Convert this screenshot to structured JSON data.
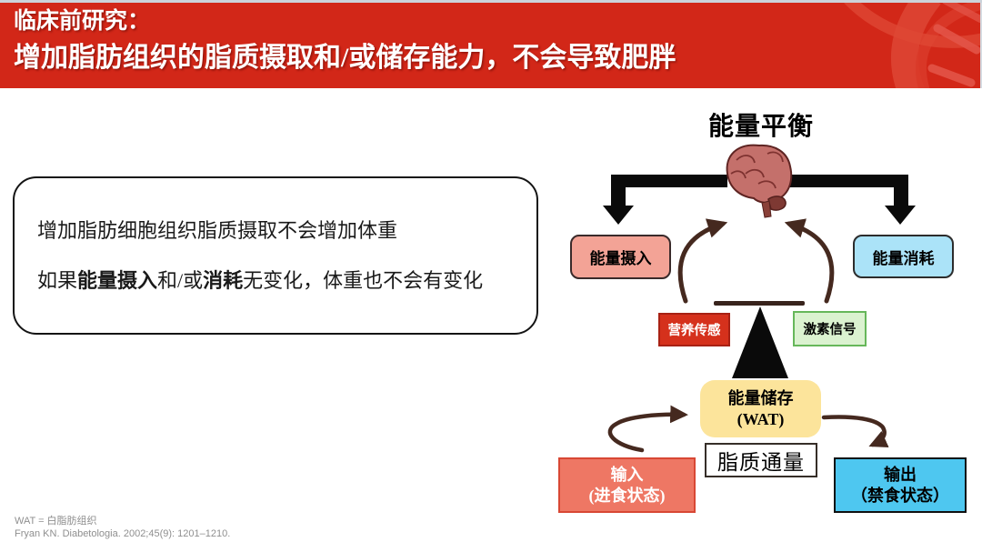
{
  "header": {
    "title_line1": "临床前研究：",
    "title_line2": "增加脂肪组织的脂质摄取和/或储存能力，不会导致肥胖",
    "bg_color": "#d22718",
    "decoration_icon": "dna-helix-icon"
  },
  "left_box": {
    "line1": "增加脂肪细胞组织脂质摄取不会增加体重",
    "line2_parts": [
      "如果",
      "能量摄入",
      "和/或",
      "消耗",
      "无变化，体重也不会有变化"
    ]
  },
  "diagram": {
    "title": "能量平衡",
    "brain_icon": "brain-icon",
    "energy_intake": "能量摄入",
    "energy_expenditure": "能量消耗",
    "nutrient_sensing": "营养传感",
    "hormone_signal": "激素信号",
    "energy_storage_line1": "能量储存",
    "energy_storage_line2": "(WAT)",
    "lipid_flux": "脂质通量",
    "input_line1": "输入",
    "input_line2": "(进食状态)",
    "output_line1": "输出",
    "output_line2": "（禁食状态）",
    "colors": {
      "energy_intake_fill": "#f3a396",
      "energy_expenditure_fill": "#abe3f8",
      "nutrient_sensing_fill": "#d5311c",
      "hormone_signal_fill": "#dbf2d0",
      "energy_storage_fill": "#fce49b",
      "input_fill": "#ee7764",
      "output_fill": "#4ec7f0",
      "arrow_dark": "#45291f",
      "balance_black": "#0a0a0a"
    }
  },
  "footer": {
    "line1": "WAT = 白脂肪组织",
    "line2": "Fryan KN. Diabetologia. 2002;45(9): 1201–1210."
  }
}
